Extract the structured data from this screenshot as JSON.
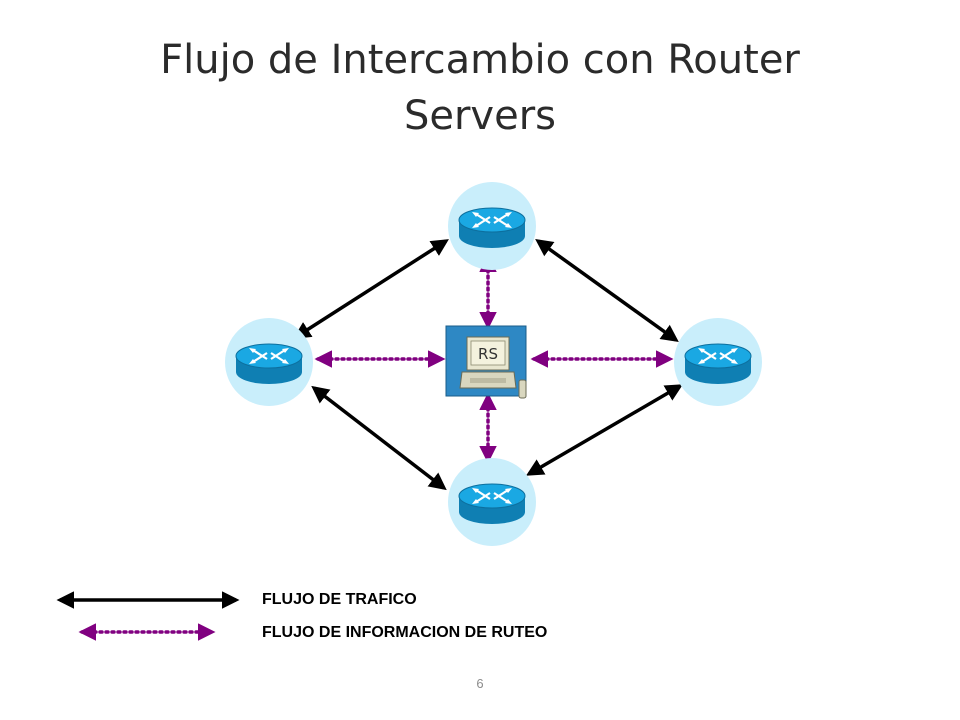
{
  "slide": {
    "title": "Flujo de Intercambio con Router Servers",
    "page_number": "6"
  },
  "diagram": {
    "server_label": "RS",
    "nodes": [
      "router-top",
      "router-left",
      "router-right",
      "router-bottom",
      "route-server"
    ],
    "traffic_links": [
      [
        "router-top",
        "router-left"
      ],
      [
        "router-top",
        "router-right"
      ],
      [
        "router-bottom",
        "router-left"
      ],
      [
        "router-bottom",
        "router-right"
      ]
    ],
    "routing_links": [
      [
        "route-server",
        "router-top"
      ],
      [
        "route-server",
        "router-left"
      ],
      [
        "route-server",
        "router-right"
      ],
      [
        "route-server",
        "router-bottom"
      ]
    ]
  },
  "legend": {
    "traffic": "FLUJO DE TRAFICO",
    "routing": "FLUJO DE INFORMACION DE RUTEO"
  },
  "colors": {
    "traffic_line": "#000000",
    "routing_line": "#800080",
    "router_fill": "#17a6e2",
    "router_dark": "#0f7fb3",
    "router_halo": "#c9eefb",
    "server_panel": "#2e88c4"
  }
}
